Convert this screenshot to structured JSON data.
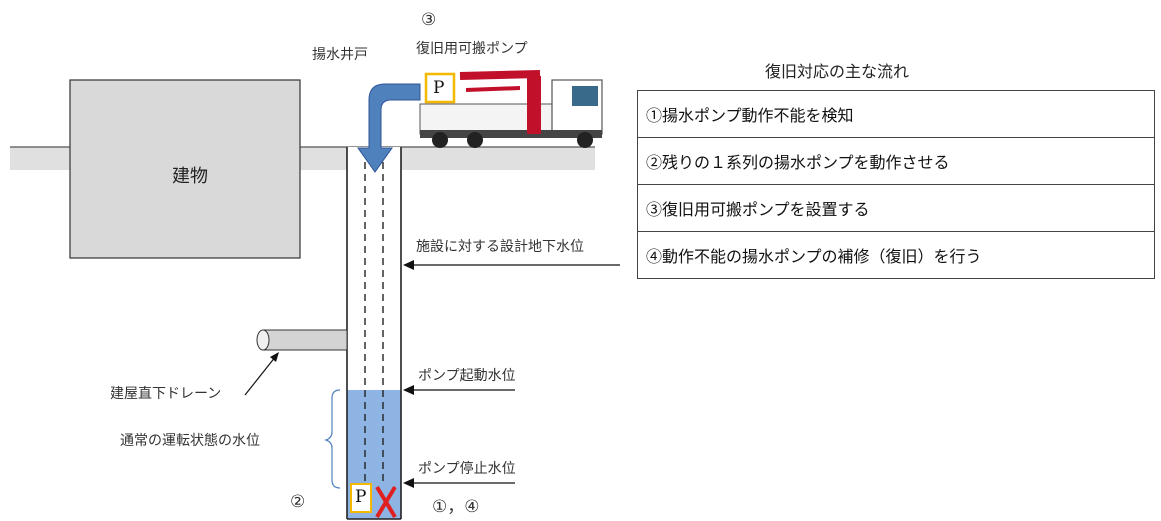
{
  "labels": {
    "building": "建物",
    "well": "揚水井戸",
    "portable_pump": "復旧用可搬ポンプ",
    "pump_marker": "P",
    "drain": "建屋直下ドレーン",
    "normal_level": "通常の運転状態の水位",
    "design_gw_level": "施設に対する設計地下水位",
    "pump_start_level": "ポンプ起動水位",
    "pump_stop_level": "ポンプ停止水位",
    "mark_3": "③",
    "mark_2": "②",
    "mark_1_4": "①，④"
  },
  "flow": {
    "title": "復旧対応の主な流れ",
    "steps": [
      "①揚水ポンプ動作不能を検知",
      "②残りの１系列の揚水ポンプを動作させる",
      "③復旧用可搬ポンプを設置する",
      "④動作不能の揚水ポンプの補修（復旧）を行う"
    ]
  },
  "colors": {
    "building": "#d9d9d9",
    "ground": "#e0e0e0",
    "water": "#8eb4e3",
    "arrow": "#4f81bd",
    "pump_box": "#f5b800",
    "x_mark": "#e02020",
    "crane": "#c0102a"
  }
}
